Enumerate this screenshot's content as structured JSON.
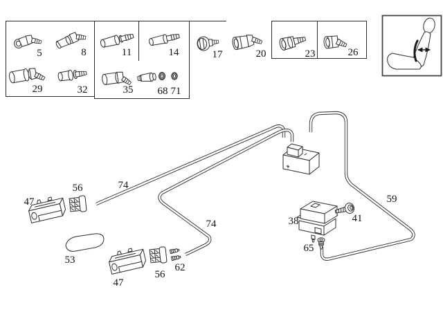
{
  "page": {
    "background": "#ffffff",
    "line_color": "#2b2b2b",
    "label_color": "#111111"
  },
  "diagram": {
    "callouts": {
      "n5": "5",
      "n8": "8",
      "n11": "11",
      "n14": "14",
      "n17": "17",
      "n20": "20",
      "n23": "23",
      "n26": "26",
      "n29": "29",
      "n32": "32",
      "n35": "35",
      "n68": "68",
      "n71": "71",
      "n47_upper": "47",
      "n56_upper": "56",
      "n74_upper": "74",
      "n53": "53",
      "n47_lower": "47",
      "n56_lower": "56",
      "n62": "62",
      "n74_lower": "74",
      "n38": "38",
      "n41": "41",
      "n65": "65",
      "n59": "59"
    },
    "icons": {
      "seat": "car-seat-side-view-lumbar-arrow-icon"
    }
  }
}
